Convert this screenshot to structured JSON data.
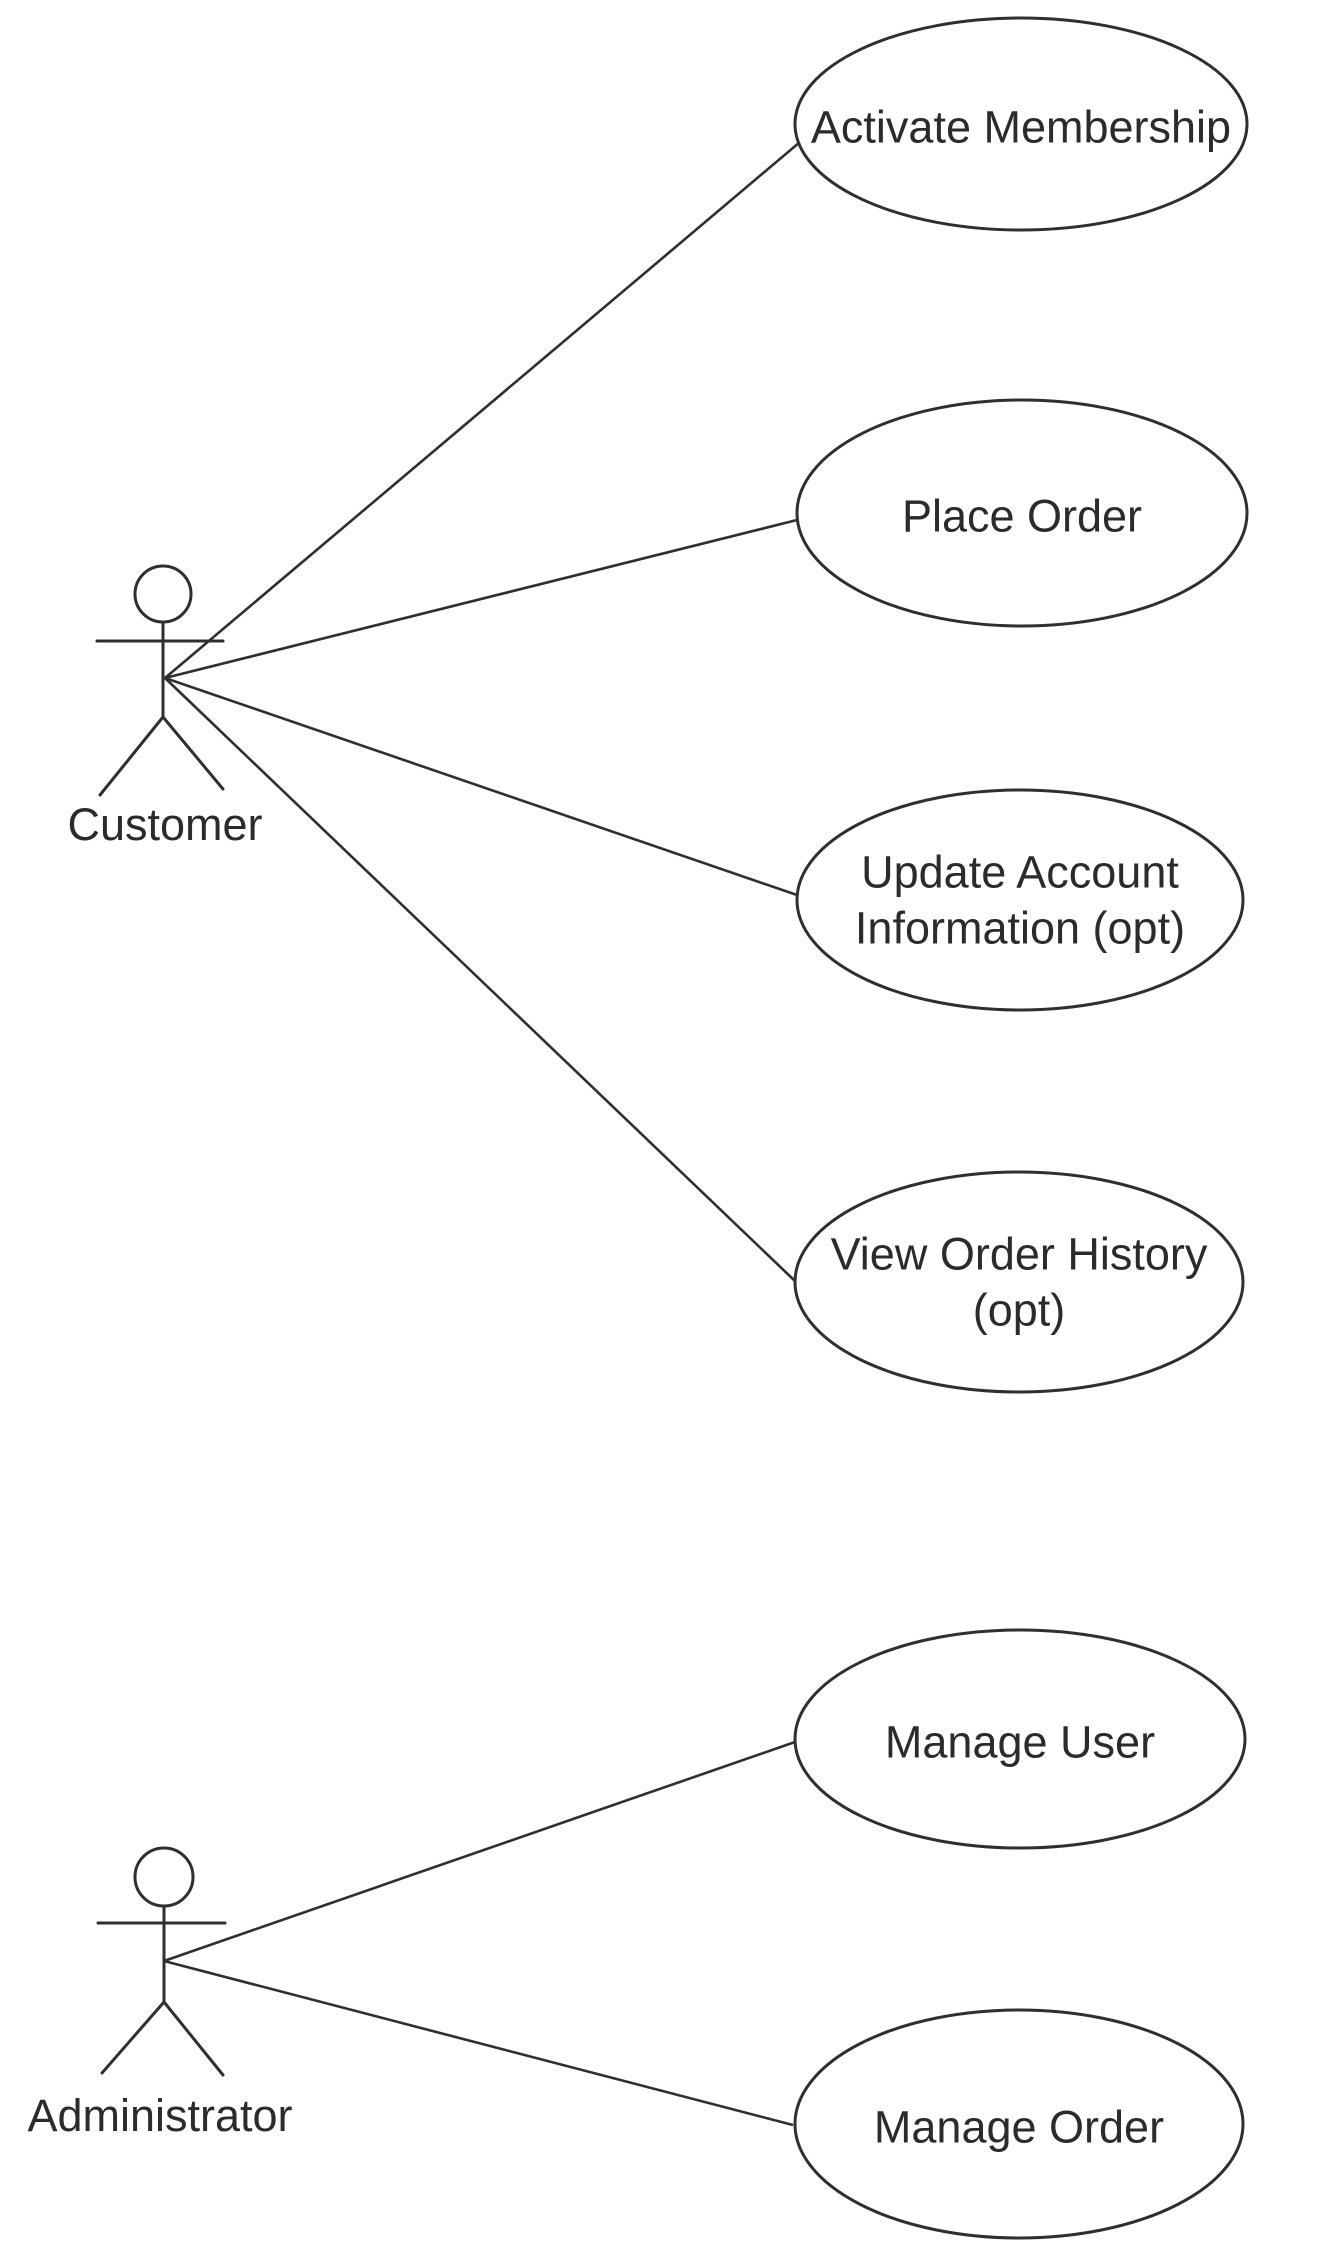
{
  "diagram": {
    "kind": "uml-use-case-diagram",
    "background_color": "#ffffff",
    "stroke_color": "#2f2f2f",
    "text_color": "#2b2b2b"
  },
  "actors": [
    {
      "id": "customer",
      "label": "Customer"
    },
    {
      "id": "administrator",
      "label": "Administrator"
    }
  ],
  "use_cases": [
    {
      "id": "activate-membership",
      "label": "Activate Membership",
      "lines": [
        "Activate Membership"
      ],
      "actor": "customer"
    },
    {
      "id": "place-order",
      "label": "Place Order",
      "lines": [
        "Place Order"
      ],
      "actor": "customer"
    },
    {
      "id": "update-account-information",
      "label": "Update Account Information (opt)",
      "lines": [
        "Update Account",
        "Information (opt)"
      ],
      "actor": "customer"
    },
    {
      "id": "view-order-history",
      "label": "View Order History (opt)",
      "lines": [
        "View Order History",
        "(opt)"
      ],
      "actor": "customer"
    },
    {
      "id": "manage-user",
      "label": "Manage User",
      "lines": [
        "Manage User"
      ],
      "actor": "administrator"
    },
    {
      "id": "manage-order",
      "label": "Manage Order",
      "lines": [
        "Manage Order"
      ],
      "actor": "administrator"
    }
  ],
  "associations": [
    {
      "from": "Customer",
      "to": "Activate Membership"
    },
    {
      "from": "Customer",
      "to": "Place Order"
    },
    {
      "from": "Customer",
      "to": "Update Account Information (opt)"
    },
    {
      "from": "Customer",
      "to": "View Order History (opt)"
    },
    {
      "from": "Administrator",
      "to": "Manage User"
    },
    {
      "from": "Administrator",
      "to": "Manage Order"
    }
  ]
}
